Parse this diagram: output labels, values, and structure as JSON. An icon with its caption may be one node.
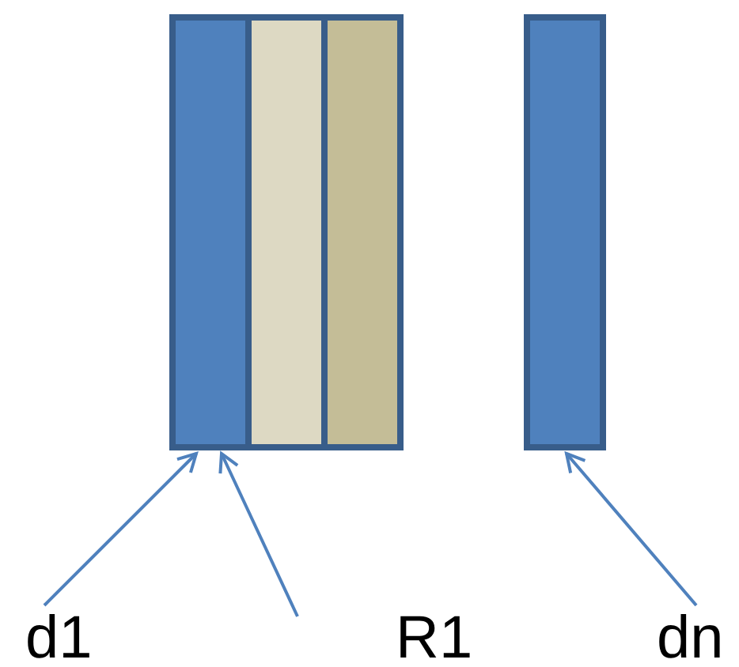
{
  "diagram": {
    "nodes": [
      {
        "text": [],
        "shape": "bar"
      },
      {
        "text": [],
        "shape": "bar"
      },
      {
        "text": [],
        "shape": "bar"
      },
      {
        "text": [],
        "shape": "bar"
      },
      {
        "text": [
          "d1"
        ]
      },
      {
        "text": [
          "R1"
        ]
      },
      {
        "text": [
          "dn"
        ]
      }
    ],
    "edges": [
      {
        "from": 4,
        "to": 0,
        "arrow": "to"
      },
      {
        "from": null,
        "to": 0,
        "arrow": "to"
      },
      {
        "from": 6,
        "to": 3,
        "arrow": "to"
      }
    ]
  }
}
